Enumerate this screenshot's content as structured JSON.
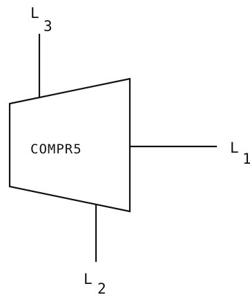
{
  "block": {
    "label": "COMPR5"
  },
  "ports": {
    "l1": {
      "letter": "L",
      "sub": "1"
    },
    "l2": {
      "letter": "L",
      "sub": "2"
    },
    "l3": {
      "letter": "L",
      "sub": "3"
    }
  }
}
